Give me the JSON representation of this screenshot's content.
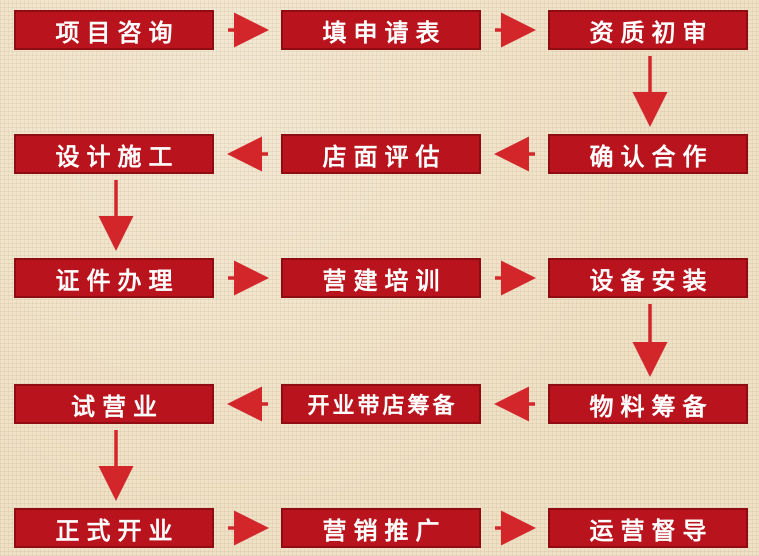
{
  "colors": {
    "box": "#b9141d",
    "arrow": "#d2262b",
    "text": "#ffffff",
    "background": "#efe1c6"
  },
  "steps": [
    {
      "label": "项目咨询"
    },
    {
      "label": "填申请表"
    },
    {
      "label": "资质初审"
    },
    {
      "label": "确认合作"
    },
    {
      "label": "店面评估"
    },
    {
      "label": "设计施工"
    },
    {
      "label": "证件办理"
    },
    {
      "label": "营建培训"
    },
    {
      "label": "设备安装"
    },
    {
      "label": "物料筹备"
    },
    {
      "label": "开业带店筹备"
    },
    {
      "label": "试营业"
    },
    {
      "label": "正式开业"
    },
    {
      "label": "营销推广"
    },
    {
      "label": "运营督导"
    }
  ]
}
